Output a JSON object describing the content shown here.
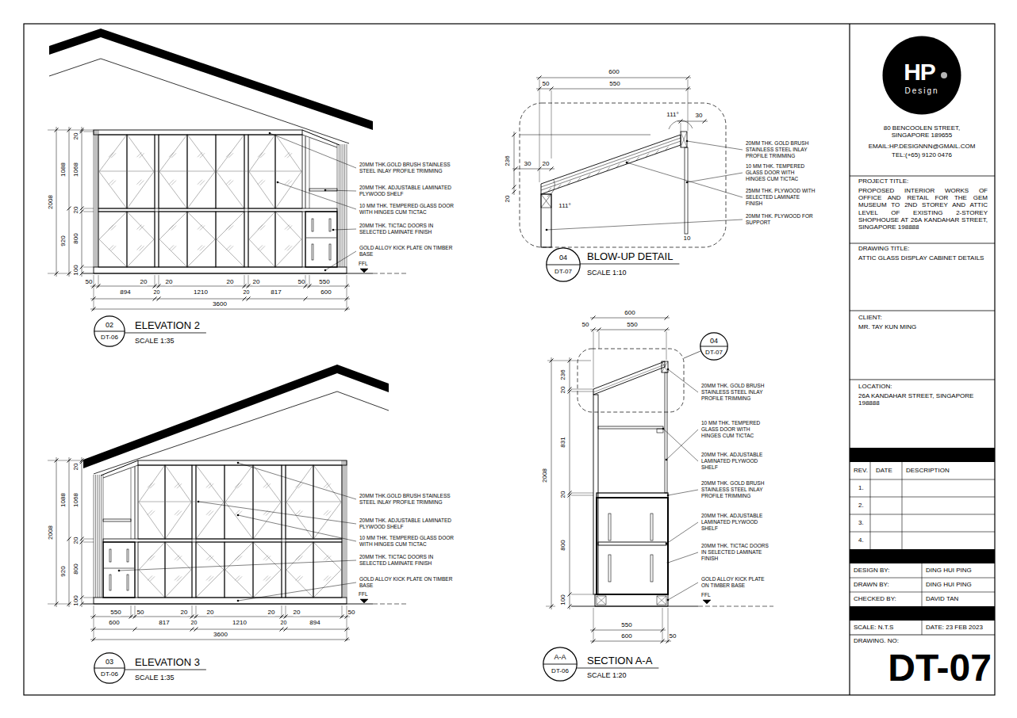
{
  "diagram": {
    "nodes": [
      {
        "text": [
          "02",
          "DT-06"
        ]
      },
      {
        "text": [
          "04",
          "DT-07"
        ]
      },
      {
        "text": [
          "04",
          "DT-07"
        ]
      },
      {
        "text": [
          "03",
          "DT-06"
        ]
      },
      {
        "text": [
          "A-A",
          "DT-06"
        ]
      },
      {
        "text": [
          "HP",
          "Design"
        ]
      }
    ],
    "labels": [
      "2008",
      "1088",
      "1068",
      "20",
      "20",
      "920",
      "800",
      "100",
      "50",
      "20",
      "20",
      "20",
      "20",
      "50",
      "550",
      "894",
      "20",
      "1210",
      "20",
      "817",
      "600",
      "3600",
      "20MM THK.GOLD BRUSH STAINLESS STEEL INLAY PROFILE TRIMMING",
      "20MM THK. ADJUSTABLE LAMINATED PLYWOOD SHELF",
      "10 MM THK. TEMPERED GLASS DOOR WITH HINGES CUM TICTAC",
      "20MM THK. TICTAC DOORS IN SELECTED LAMINATE FINISH",
      "GOLD ALLOY KICK PLATE ON TIMBER BASE",
      "FFL",
      "ELEVATION 2",
      "SCALE 1:35",
      "2008",
      "1088",
      "1068",
      "20",
      "20",
      "920",
      "800",
      "100",
      "550",
      "50",
      "20",
      "20",
      "20",
      "20",
      "50",
      "600",
      "817",
      "20",
      "1210",
      "20",
      "894",
      "3600",
      "20MM THK.GOLD BRUSH STAINLESS STEEL INLAY PROFILE TRIMMING",
      "20MM THK. ADJUSTABLE LAMINATED PLYWOOD SHELF",
      "10 MM THK. TEMPERED GLASS DOOR WITH HINGES CUM TICTAC",
      "20MM THK. TICTAC DOORS IN SELECTED LAMINATE FINISH",
      "GOLD ALLOY KICK PLATE ON TIMBER BASE",
      "FFL",
      "ELEVATION 3",
      "SCALE 1:35",
      "600",
      "50",
      "550",
      "111°",
      "30",
      "236",
      "30",
      "20",
      "20",
      "111°",
      "10",
      "20MM THK. GOLD BRUSH STAINLESS STEEL INLAY PROFILE TRIMMING",
      "10 MM THK. TEMPERED GLASS DOOR WITH HINGES CUM TICTAC",
      "25MM THK. PLYWOOD WITH SELECTED LAMINATE FINISH",
      "20MM THK. PLYWOOD FOR SUPPORT",
      "BLOW-UP DETAIL",
      "SCALE 1:10",
      "600",
      "50",
      "550",
      "2008",
      "236",
      "20",
      "831",
      "20",
      "800",
      "100",
      "550",
      "50",
      "600",
      "20MM THK. GOLD BRUSH STAINLESS STEEL INLAY PROFILE TRIMMING",
      "10 MM THK. TEMPERED GLASS DOOR WITH HINGES CUM TICTAC",
      "20MM THK. ADJUSTABLE LAMINATED PLYWOOD SHELF",
      "20MM THK. GOLD BRUSH STAINLESS STEEL INLAY PROFILE TRIMMING",
      "20MM THK. ADJUSTABLE LAMINATED PLYWOOD SHELF",
      "20MM THK. TICTAC DOORS IN SELECTED LAMINATE FINISH",
      "GOLD ALLOY KICK PLATE ON TIMBER BASE",
      "FFL",
      "SECTION A-A",
      "SCALE 1:20",
      "80 BENCOOLEN STREET, SINGAPORE 189655",
      "EMAIL:HP.DESIGNNN@GMAIL.COM",
      "TEL:(+65) 9120 0476",
      "PROJECT TITLE:",
      "PROPOSED INTERIOR WORKS OF OFFICE AND RETAIL FOR THE GEM MUSEUM TO 2ND STOREY AND ATTIC LEVEL OF EXISTING 2-STOREY SHOPHOUSE AT 26A KANDAHAR STREET, SINGAPORE 198888",
      "DRAWING TITLE:",
      "ATTIC GLASS DISPLAY CABINET DETAILS",
      "CLIENT:",
      "MR. TAY KUN MING",
      "LOCATION:",
      "26A KANDAHAR STREET, SINGAPORE 198888",
      "REV.",
      "DATE",
      "DESCRIPTION",
      "1.",
      "2.",
      "3.",
      "4.",
      "DESIGN BY:",
      "DING HUI PING",
      "DRAWN BY:",
      "DING HUI PING",
      "CHECKED BY:",
      "DAVID TAN",
      "SCALE: N.T.S",
      "DATE: 23 FEB 2023",
      "DRAWING. NO:",
      "DT-07"
    ]
  }
}
